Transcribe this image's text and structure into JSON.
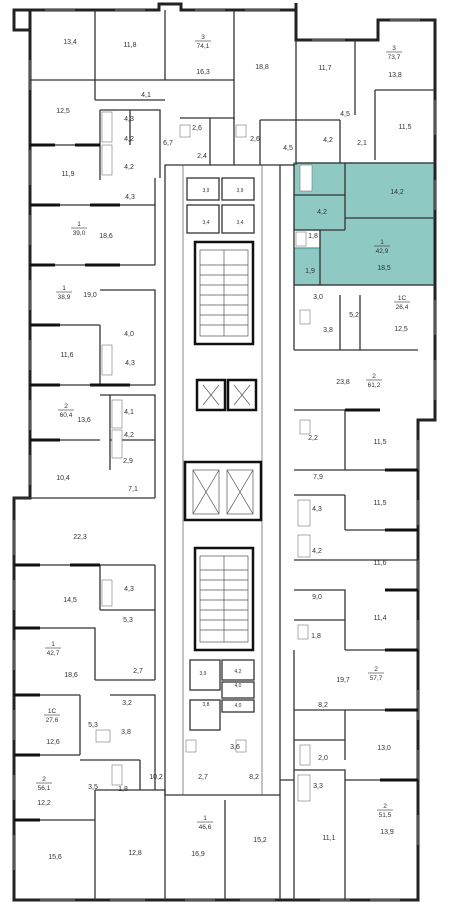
{
  "colors": {
    "highlight_fill": "#8fc9c4",
    "highlight_stroke": "#4f9e99",
    "wall": "#222222",
    "background": "#ffffff"
  },
  "rooms": [
    {
      "label": "13,4"
    },
    {
      "label": "11,8"
    },
    {
      "label": "16,3"
    },
    {
      "label": "18,8"
    },
    {
      "label": "11,7"
    },
    {
      "label": "13,8"
    },
    {
      "label": "12,5"
    },
    {
      "label": "4,1"
    },
    {
      "label": "4,3"
    },
    {
      "label": "4,2"
    },
    {
      "label": "6,7"
    },
    {
      "label": "2,6"
    },
    {
      "label": "2,4"
    },
    {
      "label": "2,6"
    },
    {
      "label": "4,5"
    },
    {
      "label": "4,5"
    },
    {
      "label": "4,2"
    },
    {
      "label": "2,1"
    },
    {
      "label": "11,5"
    },
    {
      "label": "11,9"
    },
    {
      "label": "4,2"
    },
    {
      "label": "14,2"
    },
    {
      "label": "4,3"
    },
    {
      "label": "4,2"
    },
    {
      "label": "18,6"
    },
    {
      "label": "1,8"
    },
    {
      "label": "18,5"
    },
    {
      "label": "1,9"
    },
    {
      "label": "19,0"
    },
    {
      "label": "3,0"
    },
    {
      "label": "5,2"
    },
    {
      "label": "3,8"
    },
    {
      "label": "12,5"
    },
    {
      "label": "4,0"
    },
    {
      "label": "11,6"
    },
    {
      "label": "4,3"
    },
    {
      "label": "23,8"
    },
    {
      "label": "13,6"
    },
    {
      "label": "4,1"
    },
    {
      "label": "4,2"
    },
    {
      "label": "2,2"
    },
    {
      "label": "11,5"
    },
    {
      "label": "2,9"
    },
    {
      "label": "10,4"
    },
    {
      "label": "7,1"
    },
    {
      "label": "7,9"
    },
    {
      "label": "11,5"
    },
    {
      "label": "22,3"
    },
    {
      "label": "4,3"
    },
    {
      "label": "4,2"
    },
    {
      "label": "11,6"
    },
    {
      "label": "14,5"
    },
    {
      "label": "4,3"
    },
    {
      "label": "9,0"
    },
    {
      "label": "5,3"
    },
    {
      "label": "11,4"
    },
    {
      "label": "1,8"
    },
    {
      "label": "18,6"
    },
    {
      "label": "2,7"
    },
    {
      "label": "19,7"
    },
    {
      "label": "3,2"
    },
    {
      "label": "8,2"
    },
    {
      "label": "5,3"
    },
    {
      "label": "12,6"
    },
    {
      "label": "3,8"
    },
    {
      "label": "13,0"
    },
    {
      "label": "3,6"
    },
    {
      "label": "2,0"
    },
    {
      "label": "3,3"
    },
    {
      "label": "12,2"
    },
    {
      "label": "3,5"
    },
    {
      "label": "1,8"
    },
    {
      "label": "10,2"
    },
    {
      "label": "2,7"
    },
    {
      "label": "8,2"
    },
    {
      "label": "15,6"
    },
    {
      "label": "12,8"
    },
    {
      "label": "16,9"
    },
    {
      "label": "15,2"
    },
    {
      "label": "11,1"
    },
    {
      "label": "13,9"
    }
  ],
  "small_rooms": [
    {
      "label": "3,9"
    },
    {
      "label": "3,9"
    },
    {
      "label": "3,4"
    },
    {
      "label": "3,4"
    },
    {
      "label": "3,9"
    },
    {
      "label": "4,2"
    },
    {
      "label": "4,0"
    },
    {
      "label": "4,0"
    },
    {
      "label": "3,8"
    }
  ],
  "apartments": [
    {
      "rooms": "3",
      "area": "74,1"
    },
    {
      "rooms": "3",
      "area": "73,7"
    },
    {
      "rooms": "1",
      "area": "39,0"
    },
    {
      "rooms": "1",
      "area": "42,9",
      "highlighted": true
    },
    {
      "rooms": "1",
      "area": "38,9"
    },
    {
      "rooms": "1С",
      "area": "26,4"
    },
    {
      "rooms": "2",
      "area": "60,4"
    },
    {
      "rooms": "2",
      "area": "61,2"
    },
    {
      "rooms": "1",
      "area": "42,7"
    },
    {
      "rooms": "2",
      "area": "57,7"
    },
    {
      "rooms": "1С",
      "area": "27,6"
    },
    {
      "rooms": "2",
      "area": "56,1"
    },
    {
      "rooms": "1",
      "area": "46,6"
    },
    {
      "rooms": "2",
      "area": "51,5"
    }
  ]
}
